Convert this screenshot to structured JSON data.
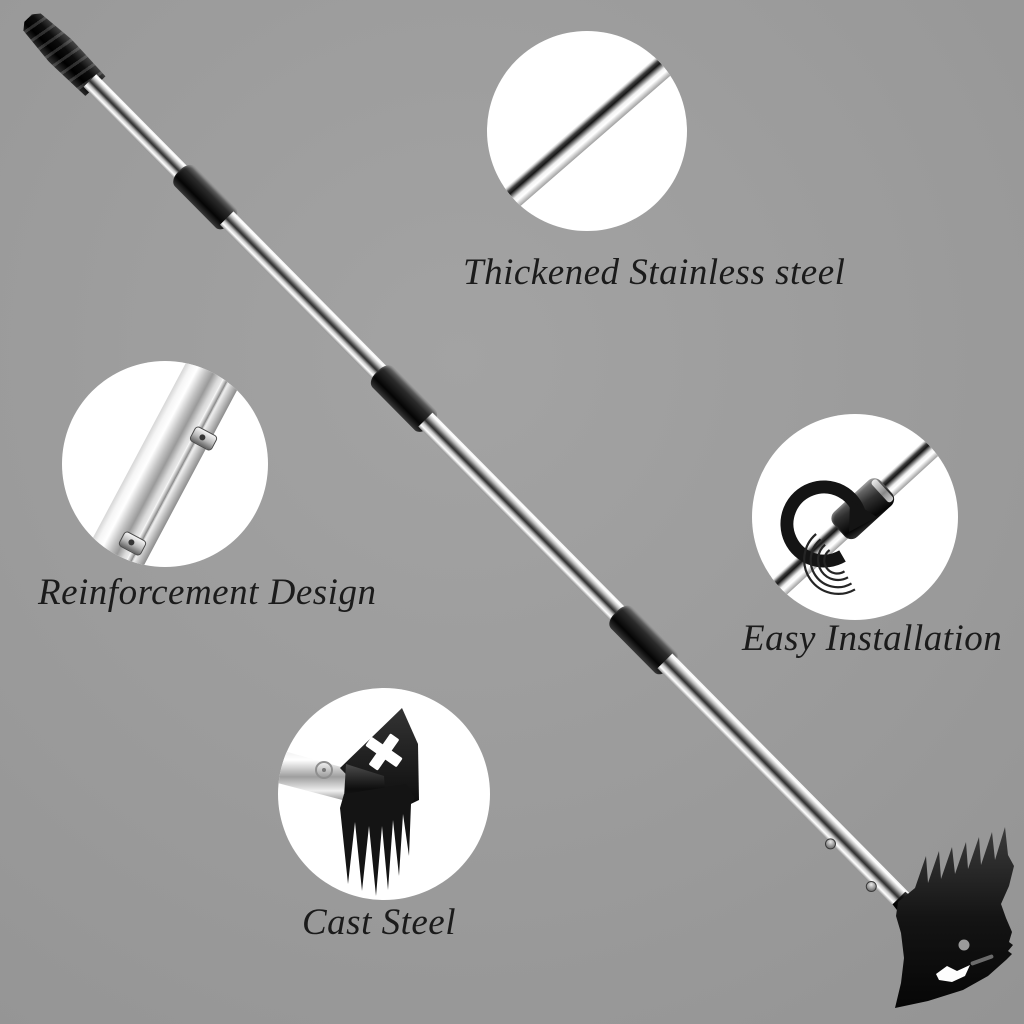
{
  "scene": {
    "product": "telescopic stainless steel weeding tool",
    "background_color": "#9b9b9b",
    "label_color": "#1b1b1b",
    "circle_color": "#ffffff"
  },
  "callouts": [
    {
      "id": "thickened-stainless-steel",
      "label": "Thickened Stainless steel",
      "icon": "steel-tube-closeup"
    },
    {
      "id": "reinforcement-design",
      "label": "Reinforcement Design",
      "icon": "reinforcement-rod-screws-closeup"
    },
    {
      "id": "easy-installation",
      "label": "Easy Installation",
      "icon": "twist-lock-rotation-arrow"
    },
    {
      "id": "cast-steel",
      "label": "Cast Steel",
      "icon": "cast-steel-head-closeup"
    }
  ]
}
